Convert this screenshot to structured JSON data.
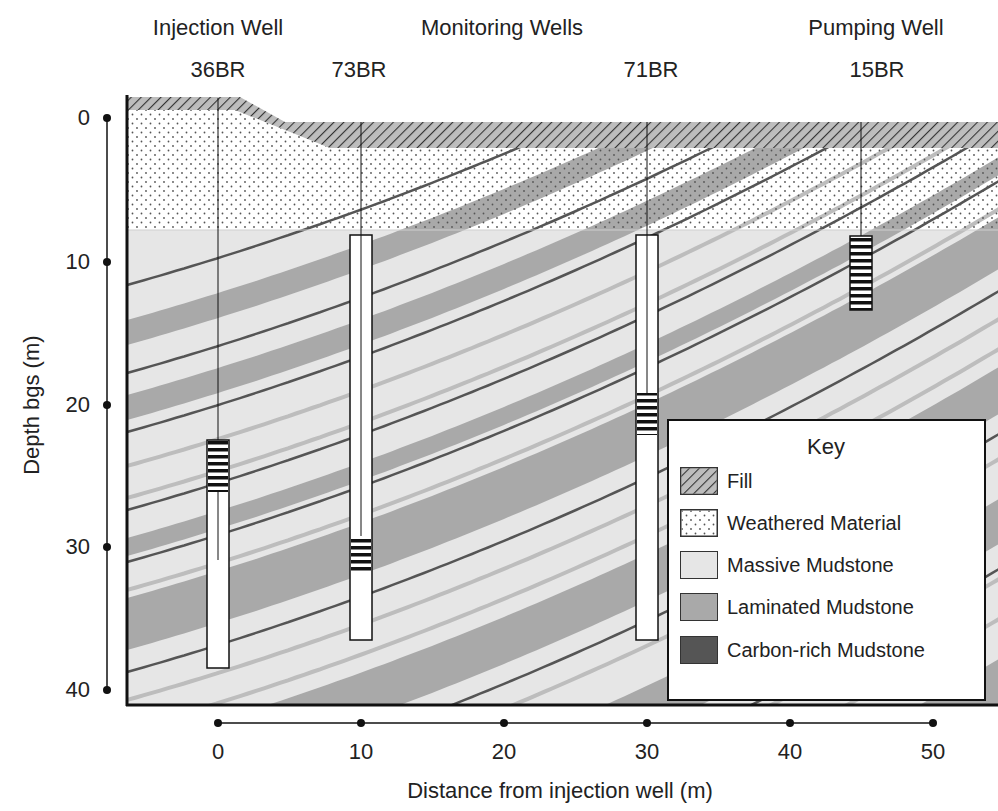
{
  "diagram": {
    "labels": [
      "Injection Well",
      "36BR",
      "Monitoring Wells",
      "73BR",
      "71BR",
      "Pumping Well",
      "15BR",
      "0",
      "10",
      "20",
      "30",
      "40",
      "Depth bgs (m)",
      "0",
      "10",
      "20",
      "30",
      "40",
      "50",
      "Distance from injection well (m)",
      "Key"
    ],
    "legend": [
      {
        "text": "Fill"
      },
      {
        "text": "Weathered Material"
      },
      {
        "text": "Massive Mudstone",
        "color": "#e6e6e6"
      },
      {
        "text": "Laminated Mudstone",
        "color": "#a9a9a9"
      },
      {
        "text": "Carbon-rich Mudstone",
        "color": "#555555"
      }
    ]
  }
}
